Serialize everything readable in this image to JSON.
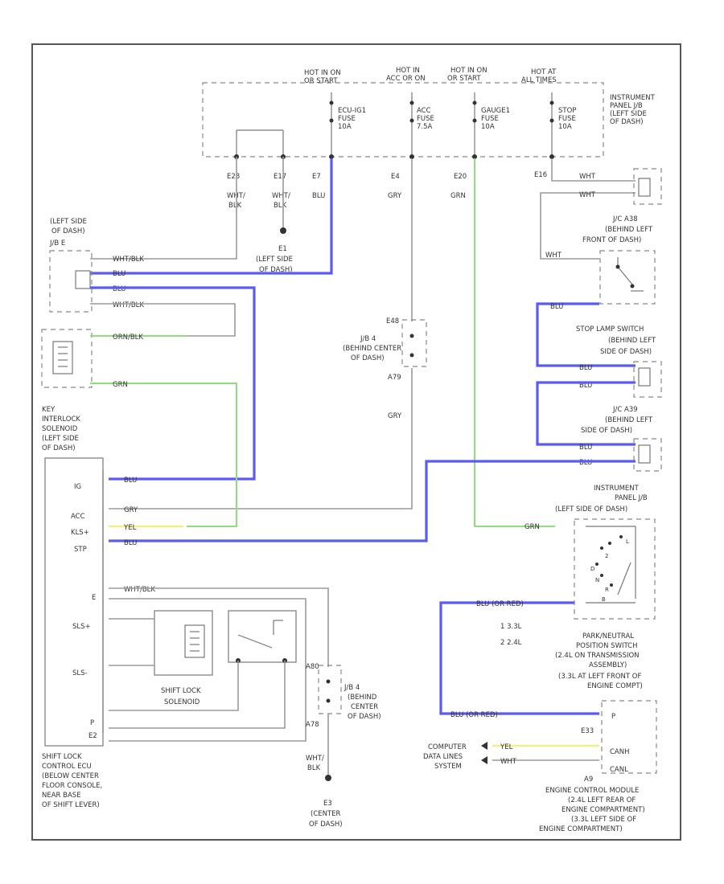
{
  "power_header": [
    {
      "label_1": "HOT IN ON",
      "label_2": "OR START"
    },
    {
      "label_1": "HOT IN",
      "label_2": "ACC OR ON"
    },
    {
      "label_1": "HOT IN ON",
      "label_2": "OR START"
    },
    {
      "label_1": "HOT AT",
      "label_2": "ALL TIMES"
    }
  ],
  "fuses": [
    {
      "label_1": "ECU-IG1",
      "label_2": "FUSE",
      "label_3": "10A"
    },
    {
      "label_1": "ACC",
      "label_2": "FUSE",
      "label_3": "7.5A"
    },
    {
      "label_1": "GAUGE1",
      "label_2": "FUSE",
      "label_3": "10A"
    },
    {
      "label_1": "STOP",
      "label_2": "FUSE",
      "label_3": "10A"
    }
  ],
  "instrument_panel_jb": [
    "INSTRUMENT",
    "PANEL J/B",
    "(LEFT SIDE",
    "OF DASH)"
  ],
  "pins_top": [
    "E28",
    "E17",
    "E7",
    "E4",
    "E20"
  ],
  "wire_colors_top": [
    [
      "WHT/",
      "BLK"
    ],
    [
      "WHT/",
      "BLK"
    ],
    [
      "BLU"
    ],
    [
      "GRY"
    ],
    [
      "GRN"
    ]
  ],
  "ground_e1": [
    "E1",
    "(LEFT SIDE",
    "OF DASH)"
  ],
  "left_side_dash": [
    "(LEFT SIDE",
    "OF DASH)",
    "J/B E"
  ],
  "connector_left_rows": [
    "WHT/BLK",
    "BLU",
    "BLU",
    "WHT/BLK"
  ],
  "key_interlock": {
    "rows": [
      "ORN/BLK",
      "GRN"
    ],
    "label": [
      "KEY",
      "INTERLOCK",
      "SOLENOID",
      "(LEFT SIDE",
      "OF DASH)"
    ]
  },
  "jb4_a": {
    "pin_top": "E48",
    "label": [
      "J/B 4",
      "(BEHIND CENTER",
      "OF DASH)"
    ],
    "pin_bottom": "A79"
  },
  "gry_mid": "GRY",
  "right_top": {
    "pin": "E16",
    "wires": [
      "WHT",
      "WHT"
    ],
    "jc": [
      "J/C A38",
      "(BEHIND LEFT",
      "FRONT OF DASH)"
    ],
    "wht_label": "WHT"
  },
  "stop_lamp": {
    "wire": "BLU",
    "label": [
      "STOP LAMP SWITCH",
      "(BEHIND LEFT",
      "SIDE OF DASH)"
    ]
  },
  "jc_a39": {
    "wires": [
      "BLU",
      "BLU"
    ],
    "label": [
      "J/C A39",
      "(BEHIND LEFT",
      "SIDE OF DASH)"
    ],
    "wires_2": [
      "BLU",
      "BLU"
    ]
  },
  "ecu_rows": [
    {
      "pin": "IG",
      "wire": "BLU"
    },
    {
      "pin": "",
      "wire": ""
    },
    {
      "pin": "ACC",
      "wire": "GRY"
    },
    {
      "pin": "KLS+",
      "wire": "YEL"
    },
    {
      "pin": "STP",
      "wire": "BLU"
    },
    {
      "pin": "",
      "wire": ""
    },
    {
      "pin": "",
      "wire": ""
    },
    {
      "pin": "E",
      "wire": "WHT/BLK"
    },
    {
      "pin": "SLS+",
      "wire": ""
    },
    {
      "pin": "SLS-",
      "wire": ""
    },
    {
      "pin": "P",
      "wire": ""
    },
    {
      "pin": "E2",
      "wire": ""
    }
  ],
  "shift_lock_solenoid": [
    "SHIFT LOCK",
    "SOLENOID"
  ],
  "shift_lock_ecu": [
    "SHIFT LOCK",
    "CONTROL ECU",
    "(BELOW CENTER",
    "FLOOR CONSOLE,",
    "NEAR BASE",
    "OF SHIFT LEVER)"
  ],
  "jb4_b": {
    "pin_top": "A80",
    "label": [
      "J/B 4",
      "(BEHIND",
      "CENTER",
      "OF DASH)"
    ],
    "pin_bottom": "A78"
  },
  "ground_e3": {
    "wire": [
      "WHT/",
      "BLK"
    ],
    "label": [
      "E3",
      "(CENTER",
      "OF DASH)"
    ]
  },
  "instrument_panel_jb_2": {
    "wire": "GRN",
    "label": [
      "INSTRUMENT",
      "PANEL J/B",
      "(LEFT SIDE OF DASH)"
    ]
  },
  "pnp_switch": {
    "wire": "BLU (OR RED)",
    "notes": [
      "1  3.3L",
      "2  2.4L"
    ],
    "label": [
      "PARK/NEUTRAL",
      "POSITION SWITCH",
      "(2.4L ON TRANSMISSION",
      "ASSEMBLY)",
      "(3.3L AT LEFT FRONT OF",
      "ENGINE COMPT)"
    ]
  },
  "ecm": {
    "wire": "BLU (OR RED)",
    "pin": "E33",
    "mark": "P",
    "can_rows": [
      {
        "wire": "YEL",
        "pin": "CANH"
      },
      {
        "wire": "WHT",
        "pin": "CANL"
      }
    ],
    "ref": "A9",
    "label": [
      "ENGINE CONTROL MODULE",
      "(2.4L LEFT REAR OF",
      "ENGINE COMPARTMENT)",
      "(3.3L LEFT SIDE OF",
      "ENGINE COMPARTMENT)"
    ]
  },
  "computer_data_lines": [
    "COMPUTER",
    "DATA LINES",
    "SYSTEM"
  ]
}
